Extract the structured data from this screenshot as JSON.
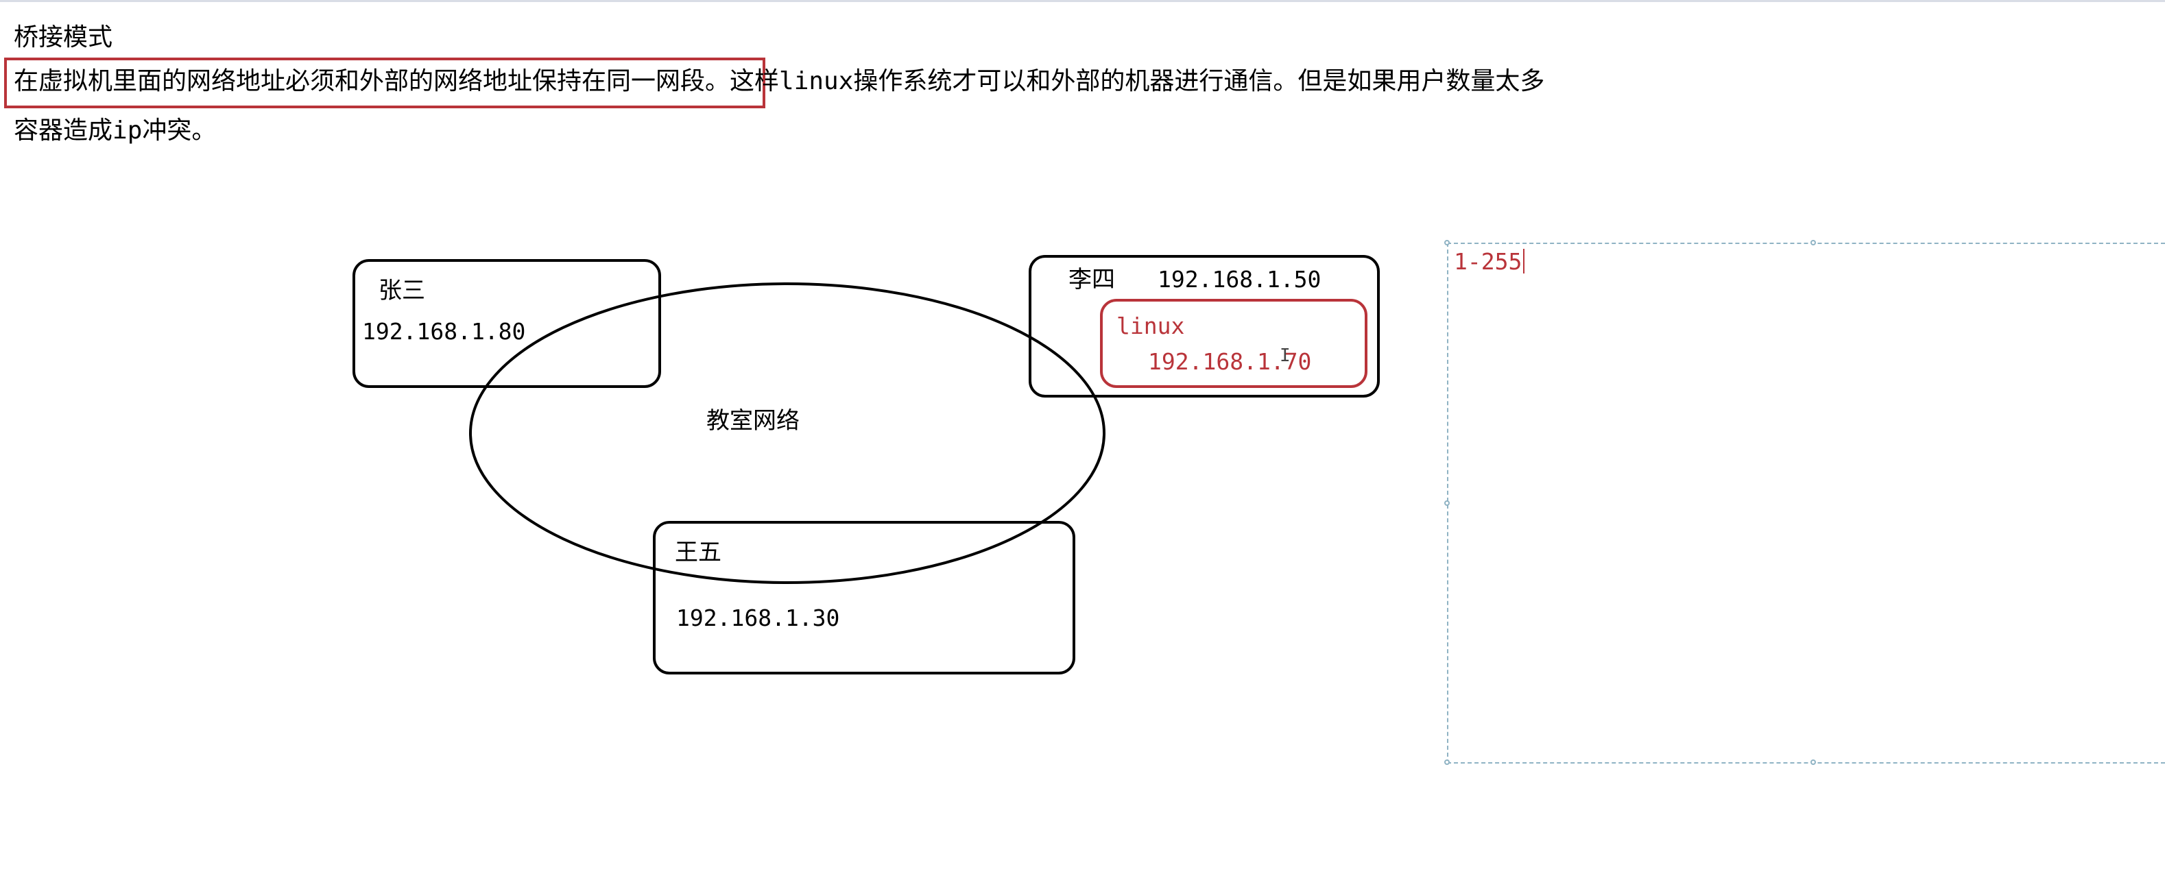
{
  "heading": "桥接模式",
  "paragraph": {
    "highlighted": "在虚拟机里面的网络地址必须和外部的网络地址保持在同一网段。",
    "rest_part1": "这样",
    "rest_mono": "linux",
    "rest_part2": "操作系统才可以和外部的机器进行通信。但是如果用户数量太多",
    "line2_part1": "容器造成",
    "line2_mono": "ip",
    "line2_part2": "冲突。"
  },
  "diagram": {
    "center_label": "教室网络",
    "nodes": {
      "zhangsan": {
        "name": "张三",
        "ip": "192.168.1.80"
      },
      "lisi": {
        "name": "李四",
        "ip": "192.168.1.50"
      },
      "wangwu": {
        "name": "王五",
        "ip": "192.168.1.30"
      },
      "linux": {
        "name": "linux",
        "ip": "192.168.1.70"
      }
    }
  },
  "textbox": {
    "value": "1-255"
  },
  "colors": {
    "accent_red": "#b9343a",
    "stroke": "#000000",
    "dashed_frame": "#8fb3c4"
  }
}
